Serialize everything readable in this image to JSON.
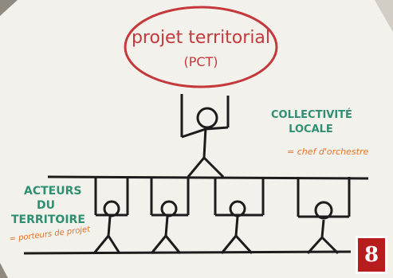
{
  "poster": {
    "ellipse_title": "projet territorial",
    "ellipse_subtitle": "(PCT)",
    "right_label_line1": "COLLECTIVITÉ",
    "right_label_line2": "LOCALE",
    "right_sublabel": "= chef d'orchestre",
    "left_label_line1": "ACTEURS",
    "left_label_line2": "DU",
    "left_label_line3": "TERRITOIRE",
    "left_sublabel": "= porteurs de projet",
    "page_number": "8"
  },
  "colors": {
    "red_marker": "#c5383c",
    "teal_marker": "#2f8f72",
    "orange_marker": "#e0742a",
    "black_marker": "#1c1c1c",
    "paper": "#f2f0ea",
    "badge": "#b81c1c"
  }
}
